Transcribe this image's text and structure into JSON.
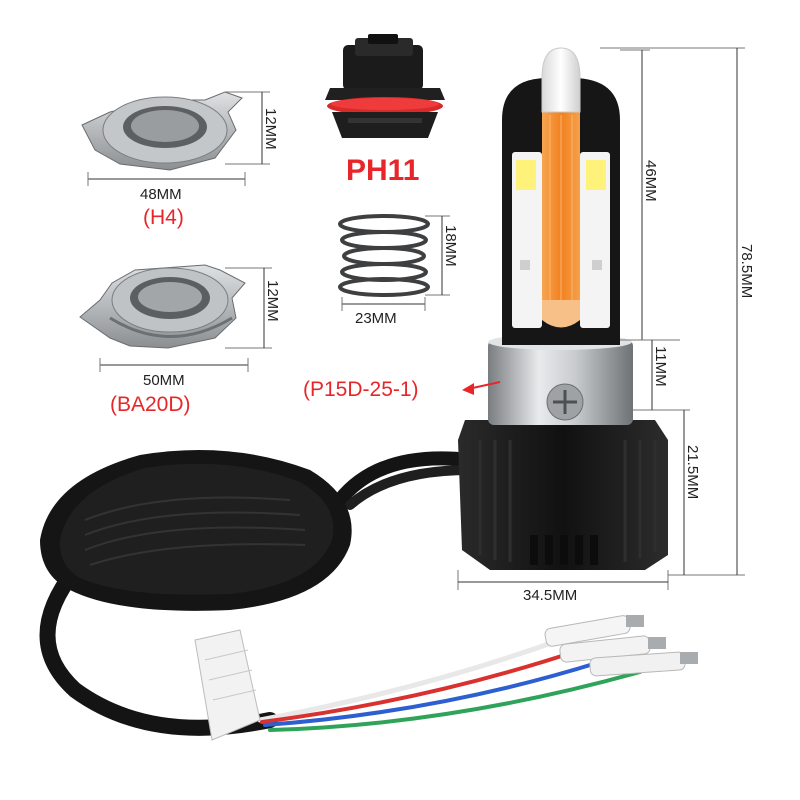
{
  "labels": {
    "h4_width": "48MM",
    "h4_height": "12MM",
    "h4_name": "(H4)",
    "ba20d_width": "50MM",
    "ba20d_height": "12MM",
    "ba20d_name": "(BA20D)",
    "ph11_name": "PH11",
    "spring_height": "18MM",
    "spring_width": "23MM",
    "base_name": "(P15D-25-1)",
    "head_height": "46MM",
    "total_height": "78.5MM",
    "socket_height": "11MM",
    "body_height": "21.5MM",
    "body_width": "34.5MM"
  },
  "colors": {
    "accent_red": "#e8262a",
    "amber_led": "#f08a24",
    "cool_led": "#fff27a",
    "black_body": "#151515",
    "steel": "#b9bcc0",
    "wire_red": "#d8312f",
    "wire_blue": "#2d5fd0",
    "wire_green": "#2fa35a",
    "wire_white": "#e8e8e8"
  },
  "icons": [
    "h4-adapter-ring-icon",
    "ba20d-adapter-ring-icon",
    "ph11-socket-icon",
    "spring-icon",
    "led-bulb-icon",
    "driver-box-icon",
    "wire-connector-icon",
    "arrow-left-icon"
  ]
}
